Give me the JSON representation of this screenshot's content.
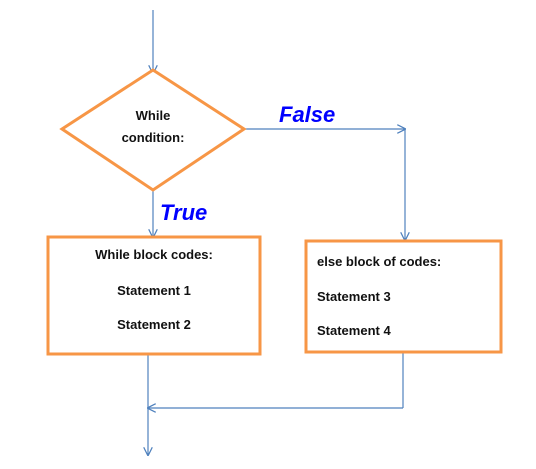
{
  "diagram": {
    "type": "flowchart",
    "colors": {
      "arrow": "#4f81bd",
      "shape_border": "#f79646",
      "branch_label": "#0000ff",
      "text": "#111111",
      "background": "#ffffff"
    },
    "decision": {
      "line1": "While",
      "line2": "condition:"
    },
    "labels": {
      "false": "False",
      "true": "True"
    },
    "while_block": {
      "title": "While block codes:",
      "statements": [
        "Statement 1",
        "Statement 2"
      ]
    },
    "else_block": {
      "title": "else block of codes:",
      "statements": [
        "Statement 3",
        "Statement 4"
      ]
    }
  }
}
